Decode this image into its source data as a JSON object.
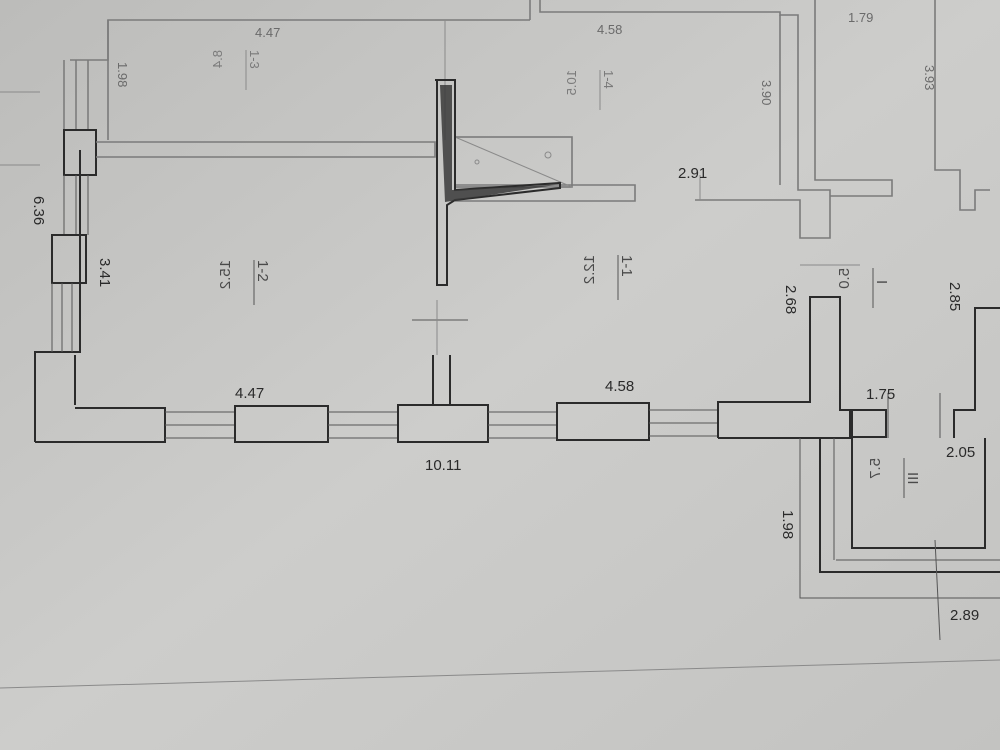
{
  "rooms": {
    "r1_1": {
      "num": "1-1",
      "area": "12.2"
    },
    "r1_2": {
      "num": "1-2",
      "area": "15.2"
    },
    "r1_3": {
      "num": "1-3",
      "area": "8.4"
    },
    "r1_4": {
      "num": "1-4",
      "area": "10.5"
    },
    "rI": {
      "num": "I",
      "area": "5.0"
    },
    "rIII": {
      "num": "III",
      "area": "5.7"
    }
  },
  "dims": {
    "bottom_left": "4.47",
    "bottom_mid": "4.58",
    "total": "10.11",
    "left_outer": "6.36",
    "left_inner": "3.41",
    "top_left": "4.47",
    "top_mid": "4.58",
    "mid_right": "2.91",
    "right_room_h": "2.68",
    "vest_h": "2.85",
    "vest_w": "1.75",
    "vest_w2": "2.05",
    "porch_h": "1.98",
    "porch_w": "2.89",
    "upper_left_h": "1.98",
    "upper_mid_h": "3.90",
    "upper_right_h": "3.93",
    "upper_right_w": "1.79"
  },
  "colors": {
    "paper": "#c9c9c7",
    "ink": "#2b2b2b"
  }
}
